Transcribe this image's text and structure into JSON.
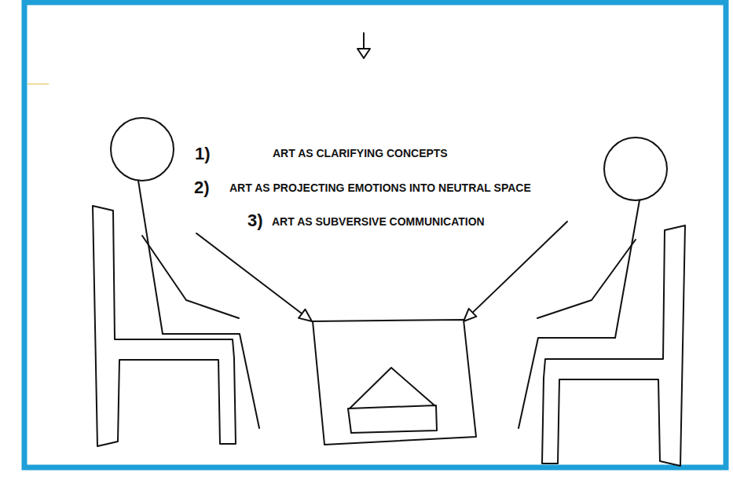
{
  "diagram": {
    "labels": [
      "1)",
      "ART AS CLARIFYING CONCEPTS",
      "2)",
      "ART AS PROJECTING EMOTIONS INTO NEUTRAL SPACE",
      "3)",
      "ART AS SUBVERSIVE COMMUNICATION"
    ]
  }
}
